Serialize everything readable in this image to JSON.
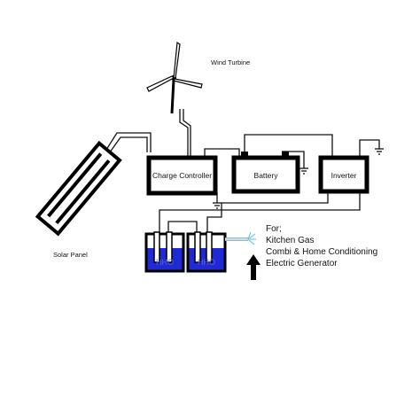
{
  "labels": {
    "wind_turbine": "Wind Turbine",
    "solar_panel": "Solar Panel",
    "charge_controller": "Charge Controller",
    "battery": "Battery",
    "inverter": "Inverter",
    "tank_left": "HHO",
    "tank_right": "HHO"
  },
  "uses": {
    "heading": "For;",
    "items": [
      "Kitchen Gas",
      "Combi & Home Conditioning",
      "Electric Generator"
    ]
  },
  "colors": {
    "line": "#000000",
    "electrolyte": "#1f2ad6",
    "electrolyte_dark": "#0d1590",
    "gas_spark": "#8fd3e8"
  },
  "icons": {
    "ground": "ground-symbol-icon",
    "arrow": "up-arrow-icon",
    "turbine": "wind-turbine-icon",
    "panel": "solar-panel-icon"
  }
}
